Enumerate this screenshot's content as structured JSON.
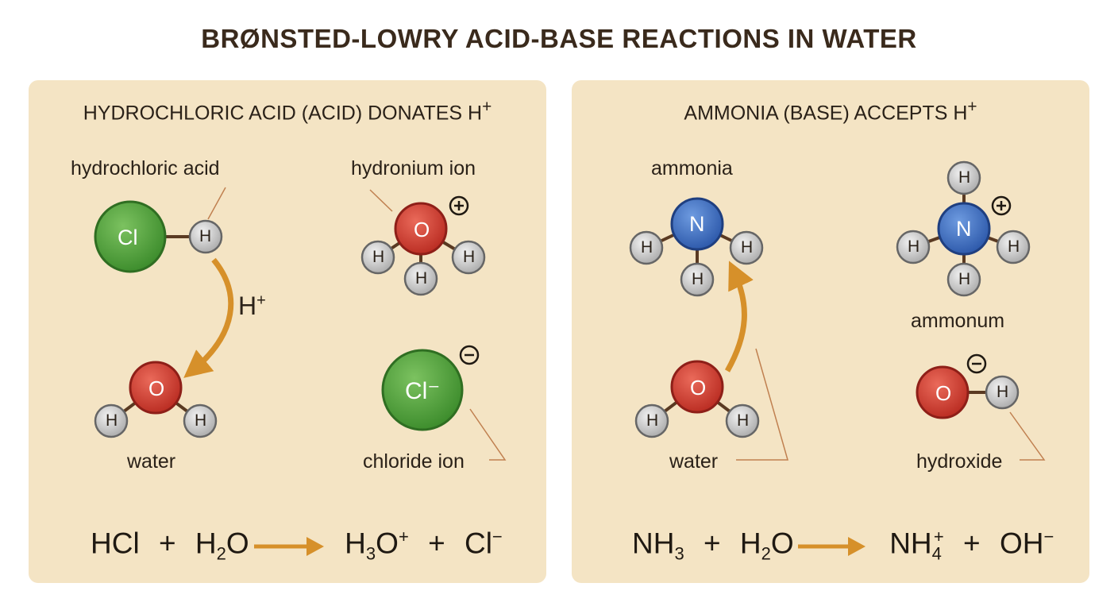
{
  "title": "BRØNSTED-LOWRY ACID-BASE REACTIONS IN WATER",
  "colors": {
    "panel_bg": "#f4e4c4",
    "chlorine": "#4a9a38",
    "oxygen": "#cf3a2e",
    "nitrogen": "#3a6fc4",
    "hydrogen": "#cfcfcf",
    "arrow": "#d6902a",
    "leader": "#c08050"
  },
  "icons": [
    "plus-charge-icon",
    "minus-charge-icon",
    "reaction-arrow-icon"
  ],
  "left": {
    "heading": "HYDROCHLORIC ACID (ACID) DONATES H",
    "heading_sup": "+",
    "labels": {
      "hcl": "hydrochloric acid",
      "hydronium": "hydronium ion",
      "water": "water",
      "chloride": "chloride ion",
      "transfer": "H",
      "transfer_sup": "+"
    },
    "atoms": {
      "cl": "Cl",
      "cl_ion": "Cl⁻",
      "o": "O",
      "h": "H"
    },
    "equation": {
      "r1": "HCl",
      "plus1": "+",
      "r2a": "H",
      "r2sub": "2",
      "r2b": "O",
      "p1a": "H",
      "p1sub": "3",
      "p1b": "O",
      "p1sup": "+",
      "plus2": "+",
      "p2": "Cl",
      "p2sup": "−"
    }
  },
  "right": {
    "heading": "AMMONIA (BASE) ACCEPTS H",
    "heading_sup": "+",
    "labels": {
      "ammonia": "ammonia",
      "ammonium": "ammonum",
      "water": "water",
      "hydroxide": "hydroxide"
    },
    "atoms": {
      "n": "N",
      "o": "O",
      "h": "H"
    },
    "equation": {
      "r1a": "NH",
      "r1sub": "3",
      "plus1": "+",
      "r2a": "H",
      "r2sub": "2",
      "r2b": "O",
      "p1a": "NH",
      "p1sub": "4",
      "p1sup": "+",
      "plus2": "+",
      "p2": "OH",
      "p2sup": "−"
    }
  }
}
